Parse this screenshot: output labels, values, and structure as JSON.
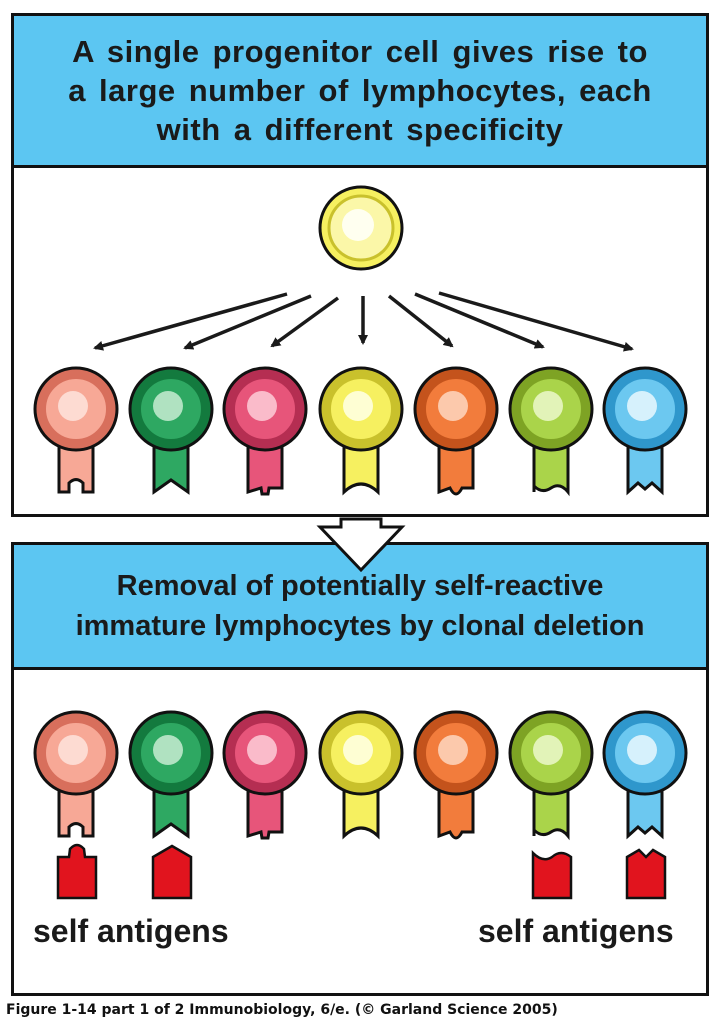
{
  "top_panel": {
    "title_lines": [
      "A single progenitor cell gives rise to",
      "a large number of lymphocytes, each",
      "with a different specificity"
    ]
  },
  "bottom_panel": {
    "title_lines": [
      "Removal of potentially self-reactive",
      "immature lymphocytes by clonal deletion"
    ]
  },
  "labels": {
    "left": "self antigens",
    "right": "self antigens"
  },
  "caption": "Figure 1-14 part 1 of 2  Immunobiology, 6/e. (© Garland Science 2005)",
  "colors": {
    "header_bg": "#5cc6f2",
    "progenitor": "#f6f060",
    "antigen": "#e1141e"
  },
  "lymphocytes": [
    {
      "name": "salmon",
      "fill": "#f7a896",
      "dark": "#d86f5c",
      "light": "#fde0d8",
      "receptor": "notch",
      "deleted": true
    },
    {
      "name": "green",
      "fill": "#2ea862",
      "dark": "#137a3e",
      "light": "#bfe8cc",
      "receptor": "v",
      "deleted": true
    },
    {
      "name": "pink",
      "fill": "#e7557a",
      "dark": "#b52e52",
      "light": "#fcc6d3",
      "receptor": "small-bump",
      "deleted": false
    },
    {
      "name": "yellow",
      "fill": "#f6f060",
      "dark": "#c9c12c",
      "light": "#ffffe0",
      "receptor": "round",
      "deleted": false
    },
    {
      "name": "orange",
      "fill": "#f27c3c",
      "dark": "#c4531c",
      "light": "#fdd2b8",
      "receptor": "bump",
      "deleted": false
    },
    {
      "name": "lime",
      "fill": "#aad44a",
      "dark": "#7ea324",
      "light": "#e8f6c4",
      "receptor": "wave",
      "deleted": true
    },
    {
      "name": "blue",
      "fill": "#6cc8f0",
      "dark": "#2f97cc",
      "light": "#e2f5fd",
      "receptor": "zigzag",
      "deleted": true
    }
  ]
}
